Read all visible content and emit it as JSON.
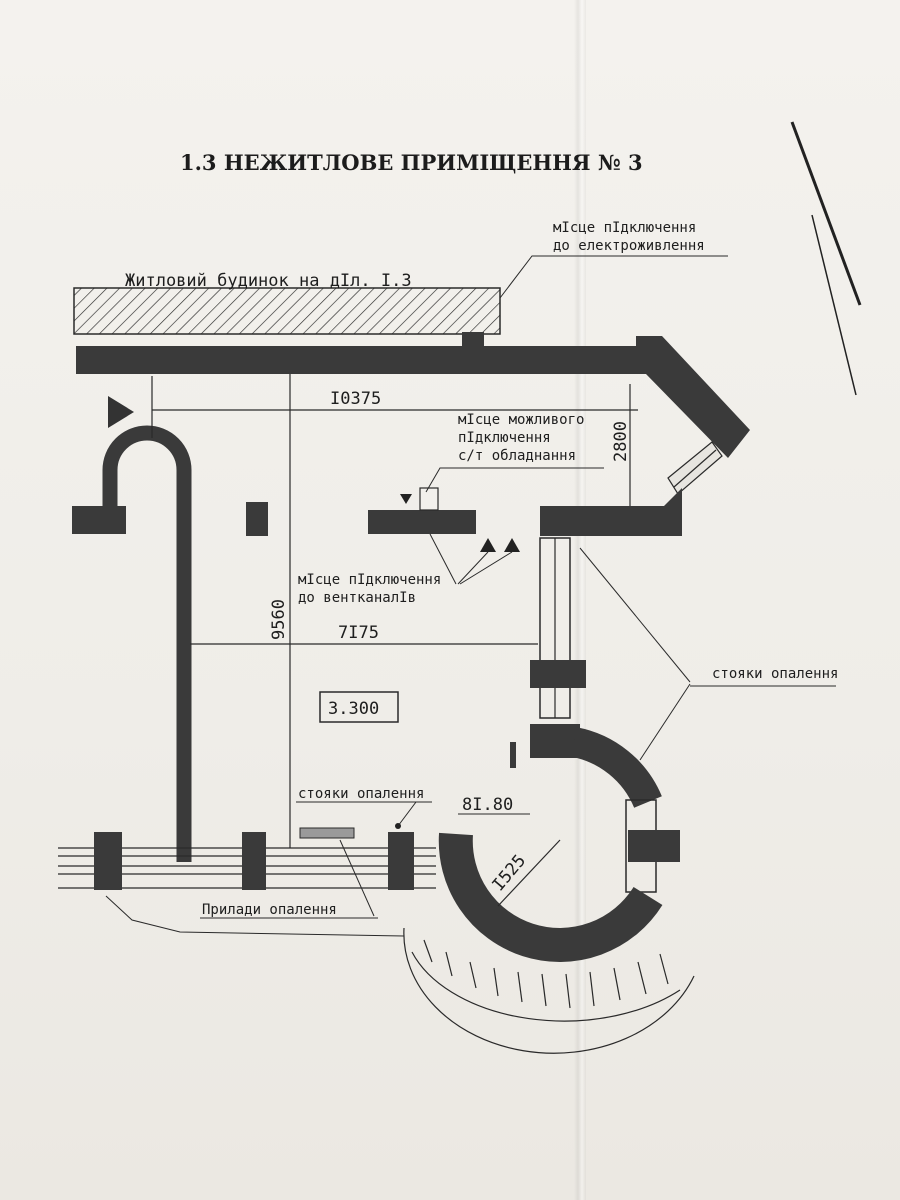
{
  "title": "1.3  НЕЖИТЛОВЕ ПРИМІЩЕННЯ № 3",
  "labels": {
    "residential_building": "Житловий будинок на дІл. І.3",
    "power_connection_1": "мІсце пІдключення",
    "power_connection_2": "до електроживлення",
    "possible_connection_1": "мІсце можливого",
    "possible_connection_2": "пІдключення",
    "possible_connection_3": "с/т обладнання",
    "vent_connection_1": "мІсце пІдключення",
    "vent_connection_2": "до вентканалІв",
    "heating_risers_right": "стояки опалення",
    "heating_risers_bottom": "стояки опалення",
    "heating_devices": "Прилади опалення",
    "room_height": "3.300",
    "room_area": "8I.80"
  },
  "dimensions": {
    "width_top": "I0375",
    "height_right": "2800",
    "height_left": "9560",
    "width_middle": "7I75",
    "radius": "I525"
  },
  "colors": {
    "paper": "#f2f0ec",
    "ink": "#2a2a2a",
    "wall": "#3a3a3a"
  }
}
